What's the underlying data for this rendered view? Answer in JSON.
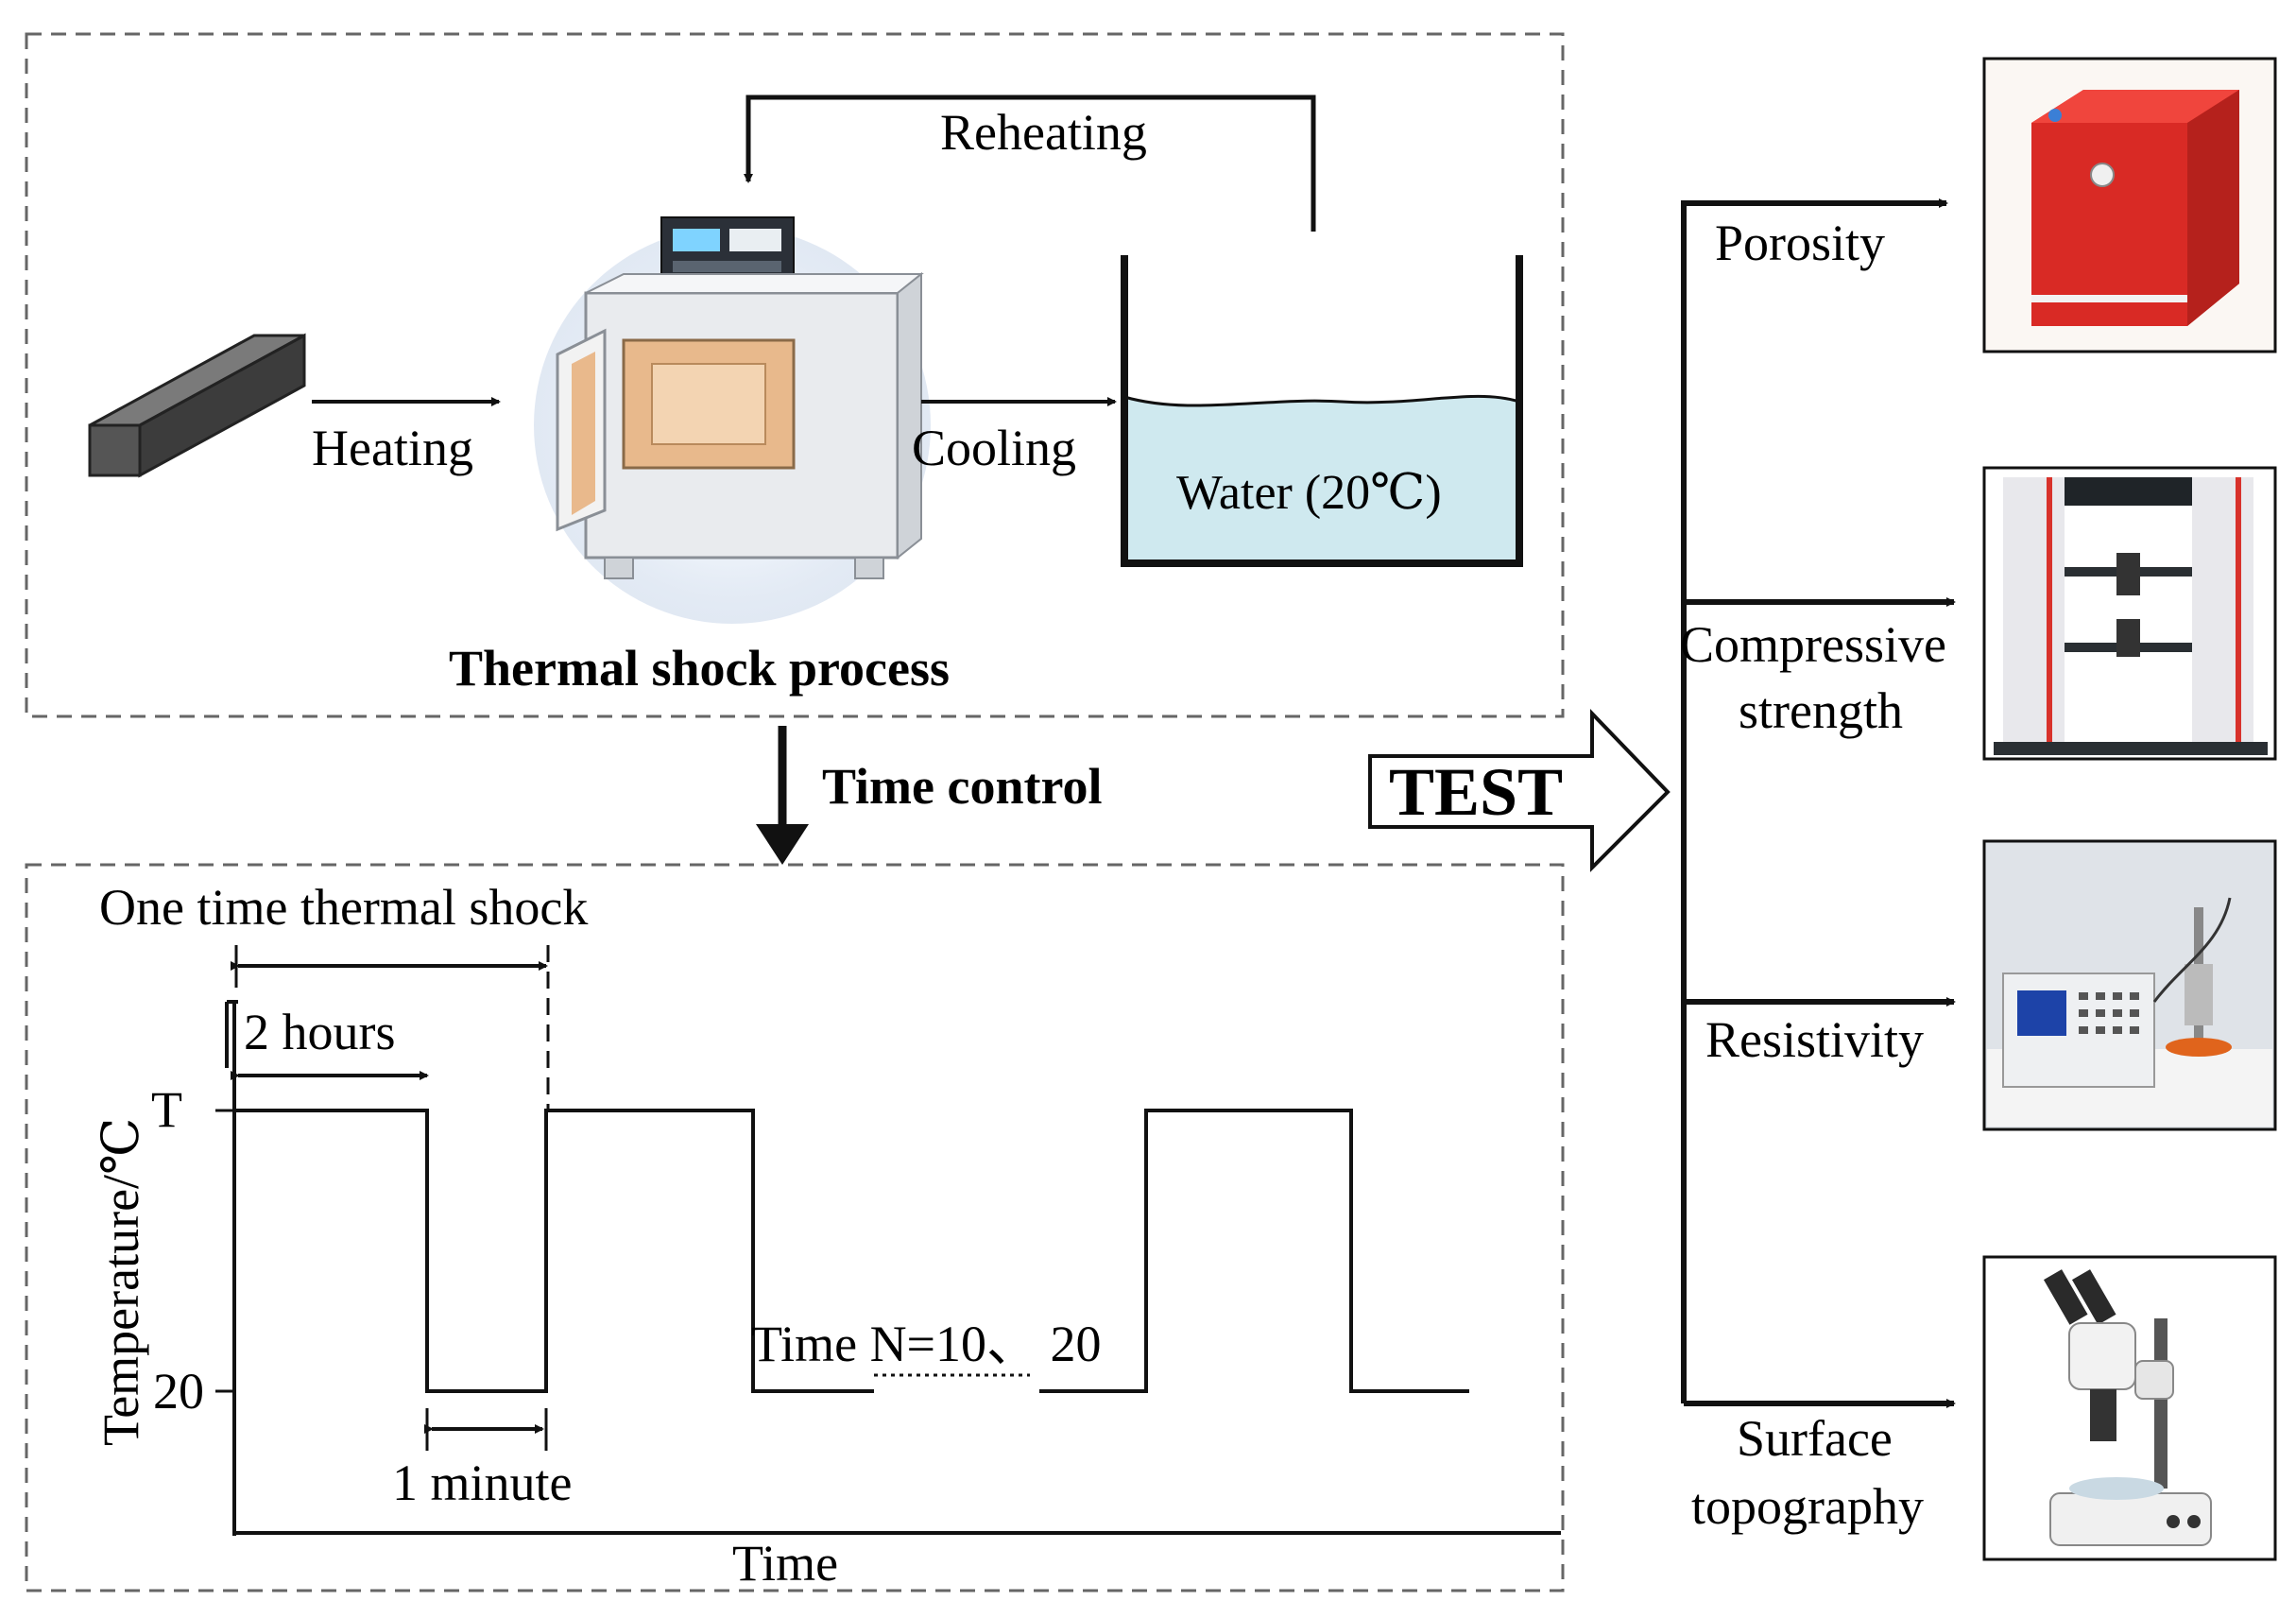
{
  "process": {
    "title": "Thermal shock process",
    "heating": "Heating",
    "cooling": "Cooling",
    "reheating": "Reheating",
    "water": "Water (20℃)"
  },
  "time_control": "Time control",
  "test_label": "TEST",
  "tests": [
    {
      "line1": "Porosity",
      "line2": ""
    },
    {
      "line1": "Compressive",
      "line2": "strength"
    },
    {
      "line1": "Resistivity",
      "line2": ""
    },
    {
      "line1": "Surface",
      "line2": "topography"
    }
  ],
  "chart": {
    "one_time": "One time thermal shock",
    "two_hours": "2 hours",
    "one_minute": "1 minute",
    "ylabel": "Temperature/℃",
    "xlabel": "Time",
    "tick_T": "T",
    "tick_20": "20",
    "time_n_prefix": "Time ",
    "time_n_value": "N=10",
    "time_n_suffix": "、 20"
  },
  "colors": {
    "water": "#cfe9ef",
    "specimen": "#555555",
    "porosity_device": "#e8322b",
    "dashed_frame": "#666666"
  },
  "icons": [
    "specimen-bar-icon",
    "furnace-icon",
    "water-bath-icon",
    "porosity-meter-icon",
    "testing-machine-icon",
    "resistivity-meter-icon",
    "microscope-icon"
  ]
}
